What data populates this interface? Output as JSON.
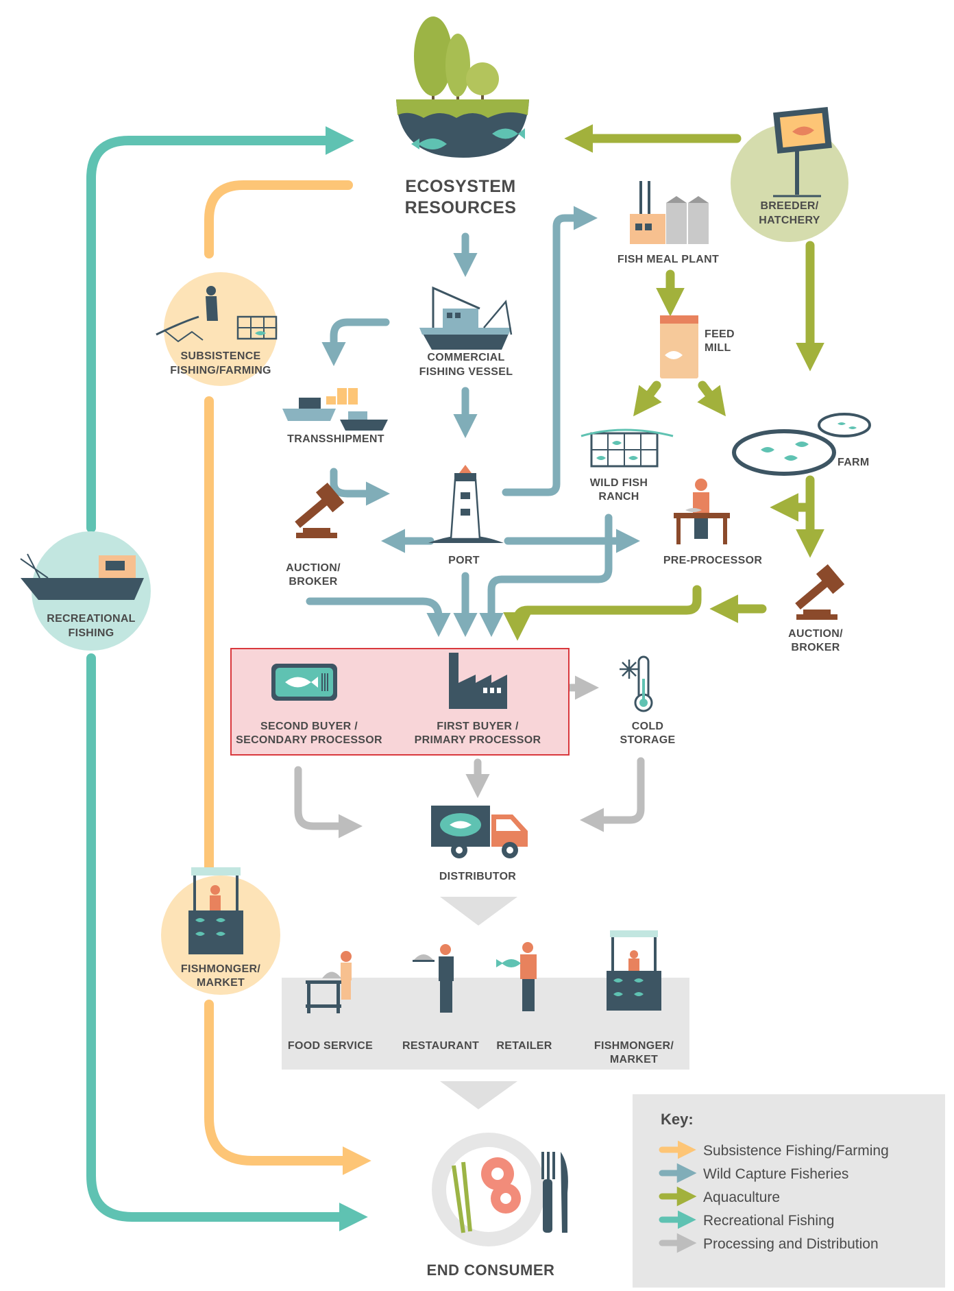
{
  "colors": {
    "subsistence": "#fdc576",
    "wild_capture": "#80adb8",
    "aquaculture": "#a2b13c",
    "recreational": "#5fc2b2",
    "processing": "#bdbdbd",
    "highlight_fill": "#f8d5d8",
    "highlight_stroke": "#d9383d",
    "text": "#4a4a4a",
    "key_bg": "#e6e6e6"
  },
  "nodes": {
    "ecosystem": [
      "ECOSYSTEM",
      "RESOURCES"
    ],
    "breeder": [
      "BREEDER/",
      "HATCHERY"
    ],
    "fish_meal": "FISH MEAL PLANT",
    "feed_mill": [
      "FEED",
      "MILL"
    ],
    "subsistence": [
      "SUBSISTENCE",
      "FISHING/FARMING"
    ],
    "commercial_vessel": [
      "COMMERCIAL",
      "FISHING VESSEL"
    ],
    "transshipment": "TRANSSHIPMENT",
    "wild_fish_ranch": [
      "WILD FISH",
      "RANCH"
    ],
    "farm": "FARM",
    "port": "PORT",
    "auction_left": [
      "AUCTION/",
      "BROKER"
    ],
    "pre_processor": "PRE-PROCESSOR",
    "auction_right": [
      "AUCTION/",
      "BROKER"
    ],
    "recreational": [
      "RECREATIONAL",
      "FISHING"
    ],
    "second_buyer": [
      "SECOND BUYER /",
      "SECONDARY PROCESSOR"
    ],
    "first_buyer": [
      "FIRST BUYER /",
      "PRIMARY PROCESSOR"
    ],
    "cold_storage": [
      "COLD",
      "STORAGE"
    ],
    "distributor": "DISTRIBUTOR",
    "fishmonger_circle": [
      "FISHMONGER/",
      "MARKET"
    ],
    "food_service": "FOOD SERVICE",
    "restaurant": "RESTAURANT",
    "retailer": "RETAILER",
    "fishmonger_row": [
      "FISHMONGER/",
      "MARKET"
    ],
    "end_consumer": "END CONSUMER"
  },
  "key": {
    "title": "Key:",
    "items": [
      {
        "label": "Subsistence Fishing/Farming",
        "color": "#fdc576"
      },
      {
        "label": "Wild Capture Fisheries",
        "color": "#80adb8"
      },
      {
        "label": "Aquaculture",
        "color": "#a2b13c"
      },
      {
        "label": "Recreational Fishing",
        "color": "#5fc2b2"
      },
      {
        "label": "Processing and Distribution",
        "color": "#bdbdbd"
      }
    ]
  }
}
